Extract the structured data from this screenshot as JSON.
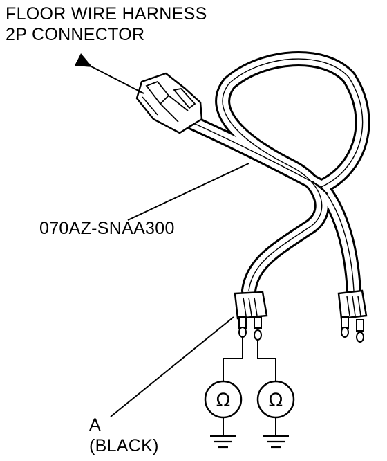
{
  "title": {
    "line1": "FLOOR WIRE HARNESS",
    "line2": "2P CONNECTOR"
  },
  "part_number": "070AZ-SNAA300",
  "callout_a": {
    "letter": "A",
    "color_note": "(BLACK)"
  },
  "ohmmeter_symbol": "Ω",
  "colors": {
    "ink": "#000000",
    "paper": "#ffffff"
  },
  "icons": [
    "arrow-icon",
    "connector-icon",
    "ohmmeter-icon",
    "ground-icon"
  ]
}
